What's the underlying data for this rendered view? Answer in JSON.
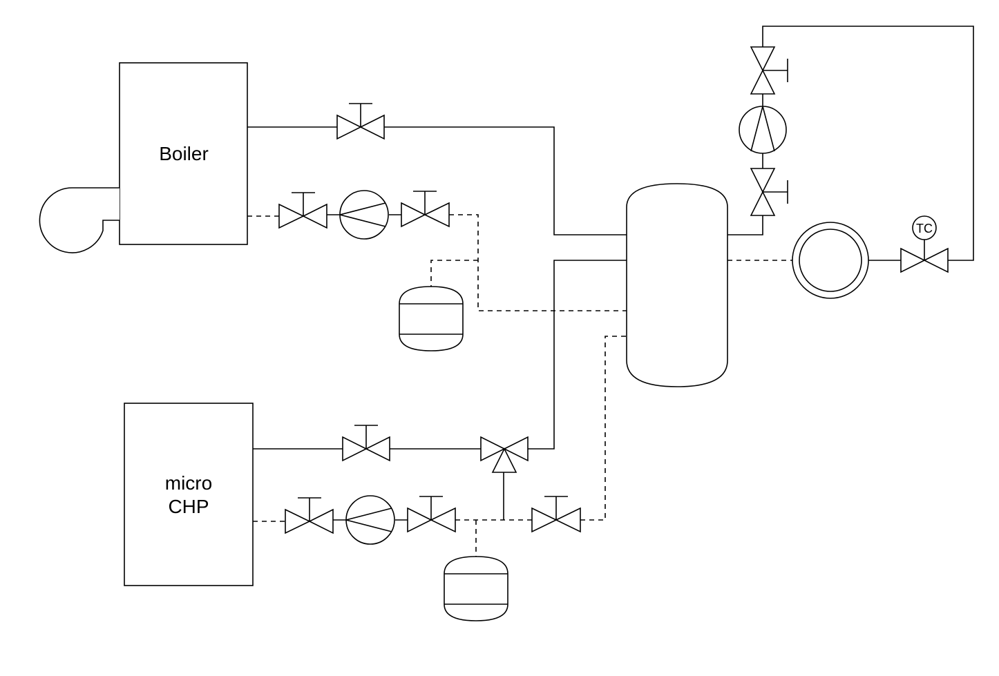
{
  "diagram": {
    "boiler_label": "Boiler",
    "chp_label_line1": "micro",
    "chp_label_line2": "CHP",
    "controller_label": "TC"
  },
  "colors": {
    "line": "#000000",
    "background": "#ffffff"
  }
}
